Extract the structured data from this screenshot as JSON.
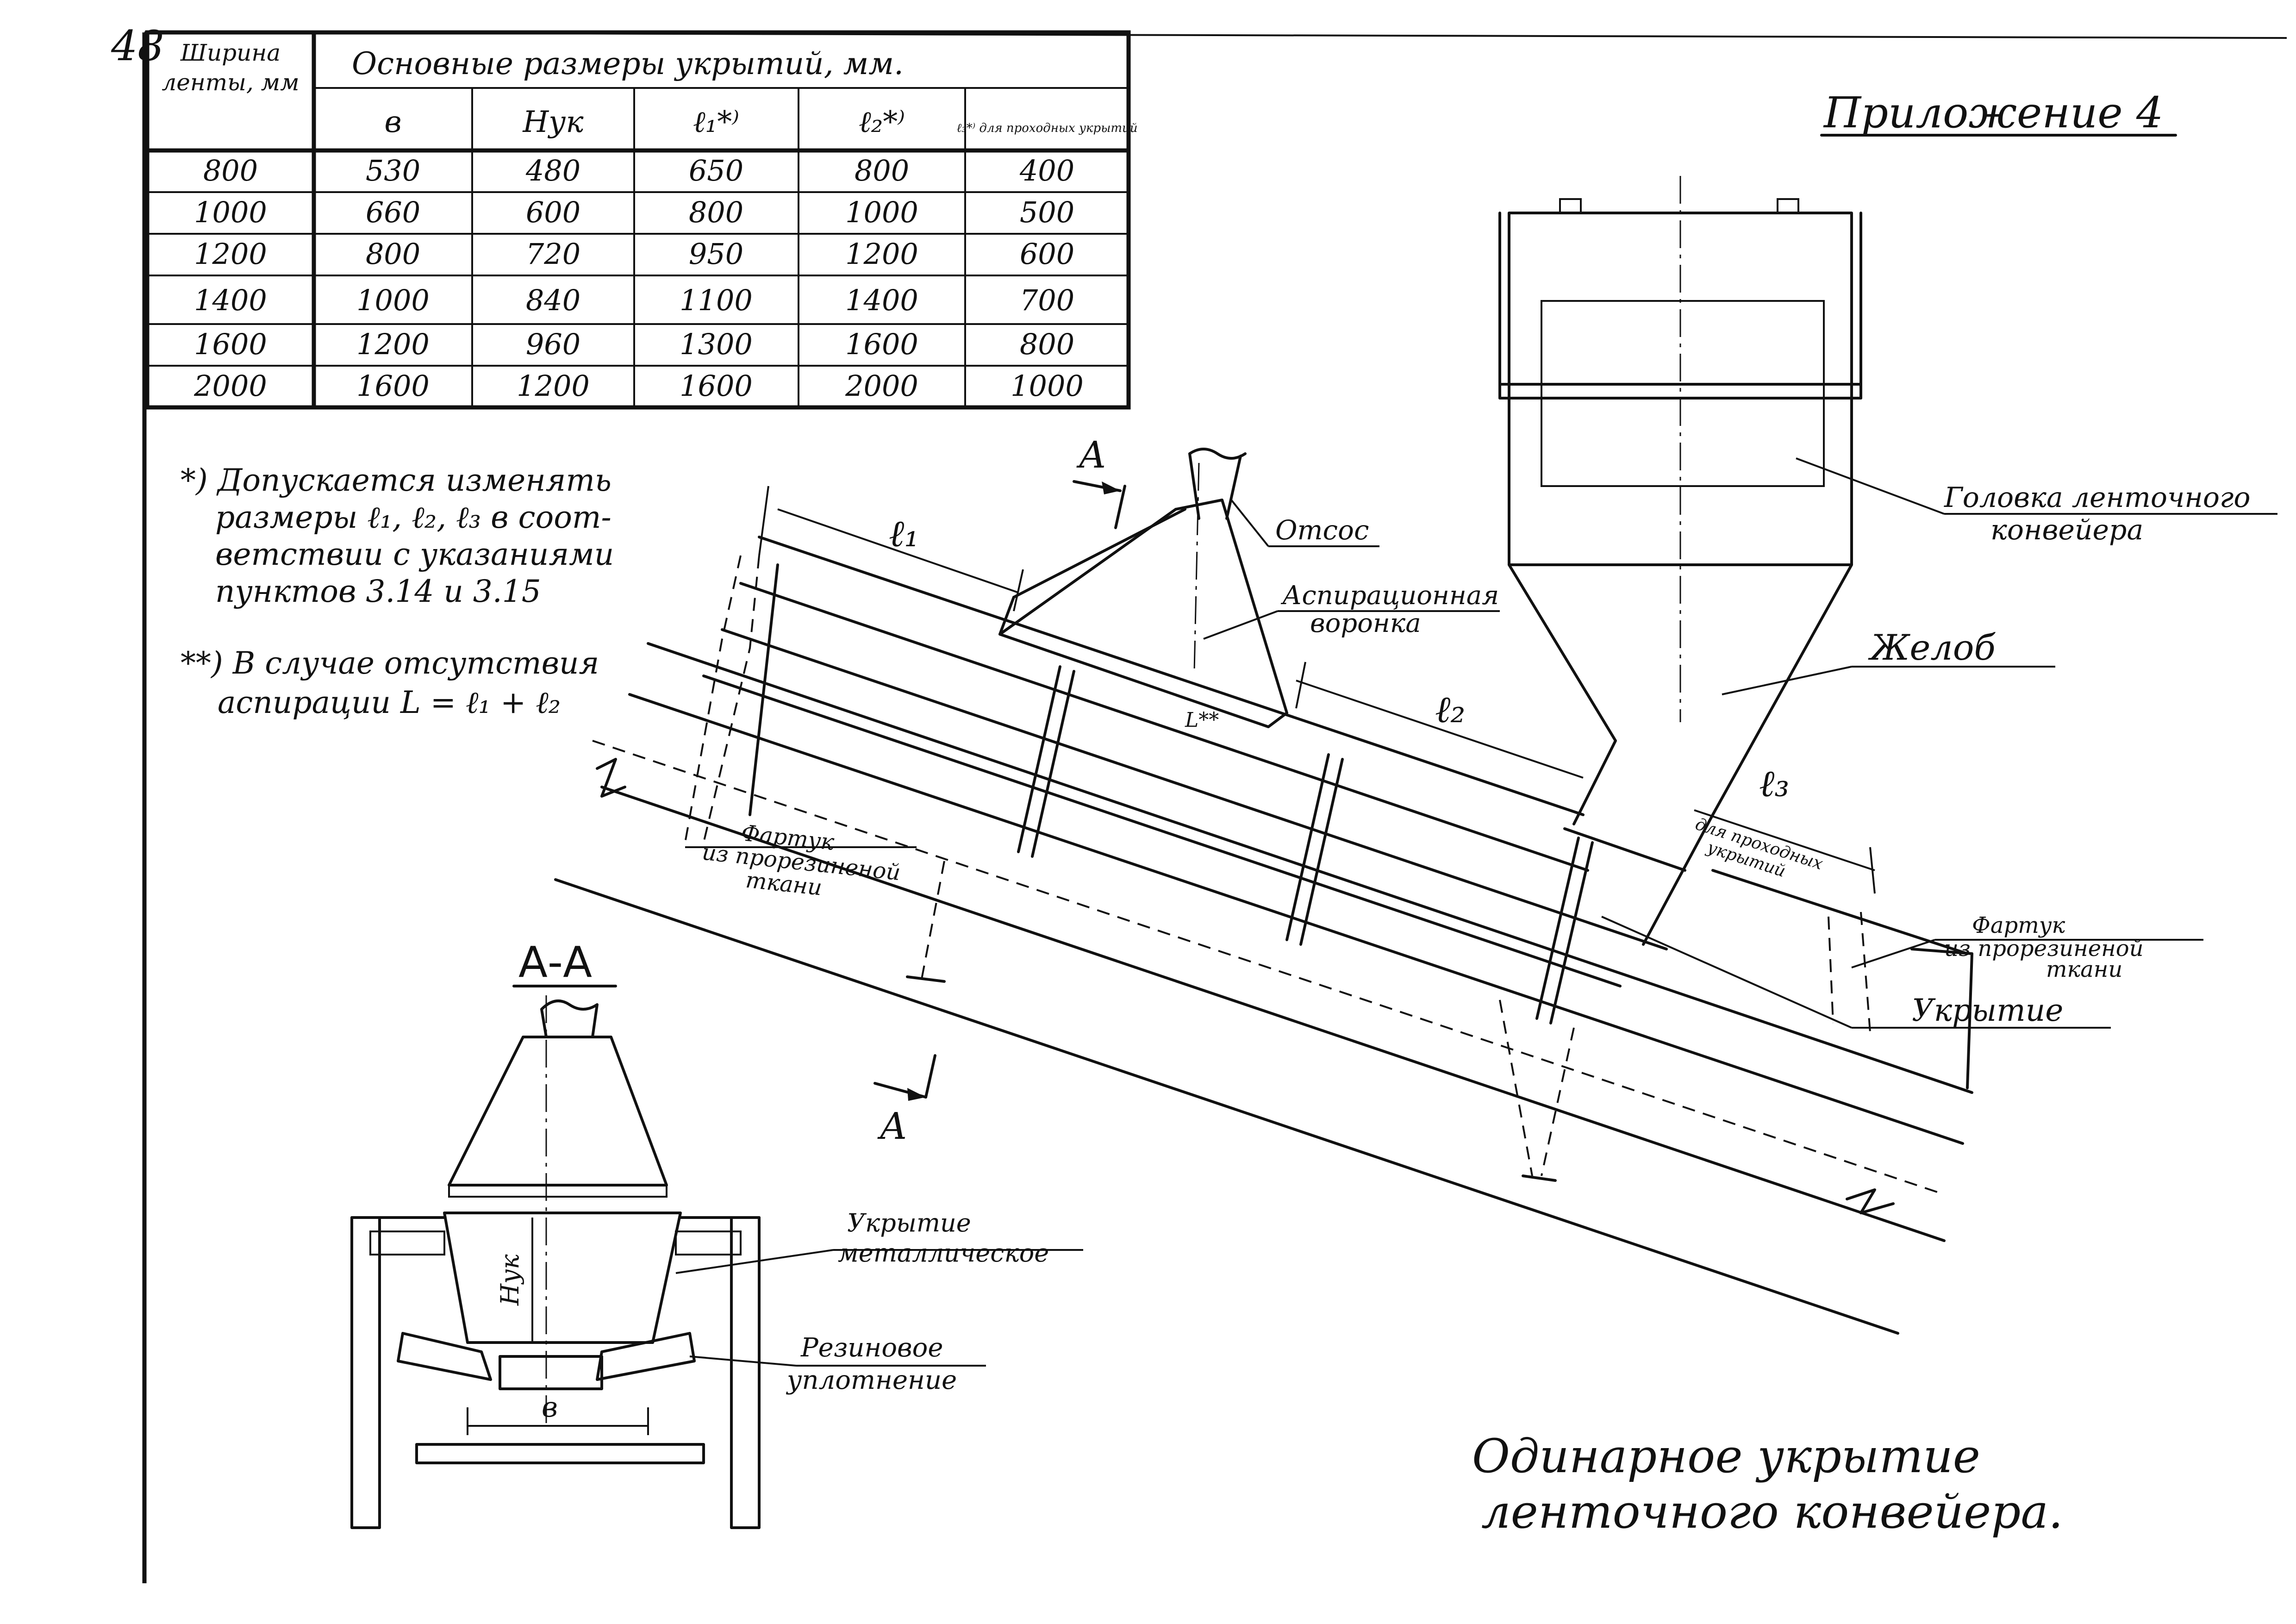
{
  "sheet_number": "48",
  "appendix_title": "Приложение 4",
  "table": {
    "belt_width_header": "Ширина ленты, мм",
    "main_dims_header": "Основные размеры укрытий, мм.",
    "columns": [
      "в",
      "Нук",
      "ℓ₁*⁾",
      "ℓ₂*⁾",
      "ℓ₃*⁾ для проходных укрытий"
    ],
    "rows": [
      [
        "800",
        "530",
        "480",
        "650",
        "800",
        "400"
      ],
      [
        "1000",
        "660",
        "600",
        "800",
        "1000",
        "500"
      ],
      [
        "1200",
        "800",
        "720",
        "950",
        "1200",
        "600"
      ],
      [
        "1400",
        "1000",
        "840",
        "1100",
        "1400",
        "700"
      ],
      [
        "1600",
        "1200",
        "960",
        "1300",
        "1600",
        "800"
      ],
      [
        "2000",
        "1600",
        "1200",
        "1600",
        "2000",
        "1000"
      ]
    ]
  },
  "notes": {
    "note1_lines": [
      "*) Допускается изменять",
      "размеры ℓ₁, ℓ₂, ℓ₃ в соот-",
      "ветствии с указаниями",
      "пунктов 3.14 и 3.15"
    ],
    "note2_lines": [
      "**) В случае отсутствия",
      "аспирации L = ℓ₁ + ℓ₂"
    ]
  },
  "labels": {
    "section_mark": "А",
    "suction": "Отсос",
    "aspiration_funnel": [
      "Аспирационная",
      "воронка"
    ],
    "conveyor_head": [
      "Головка ленточного",
      "конвейера"
    ],
    "chute": "Желоб",
    "l1": "ℓ₁",
    "l2": "ℓ₂",
    "l3": "ℓ₃",
    "l3_note": [
      "для проходных",
      "укрытий"
    ],
    "length_L": "L**",
    "apron_left": [
      "Фартук",
      "из прорезиненой",
      "ткани"
    ],
    "apron_right": [
      "Фартук",
      "из прорезиненой",
      "ткани"
    ],
    "cover": "Укрытие",
    "section_title": "А-А",
    "metal_cover": [
      "Укрытие",
      "металлическое"
    ],
    "rubber_seal": [
      "Резиновое",
      "уплотнение"
    ],
    "h_cover": "Нук",
    "dim_b": "в"
  },
  "drawing_title": [
    "Одинарное укрытие",
    "ленточного конвейера."
  ]
}
